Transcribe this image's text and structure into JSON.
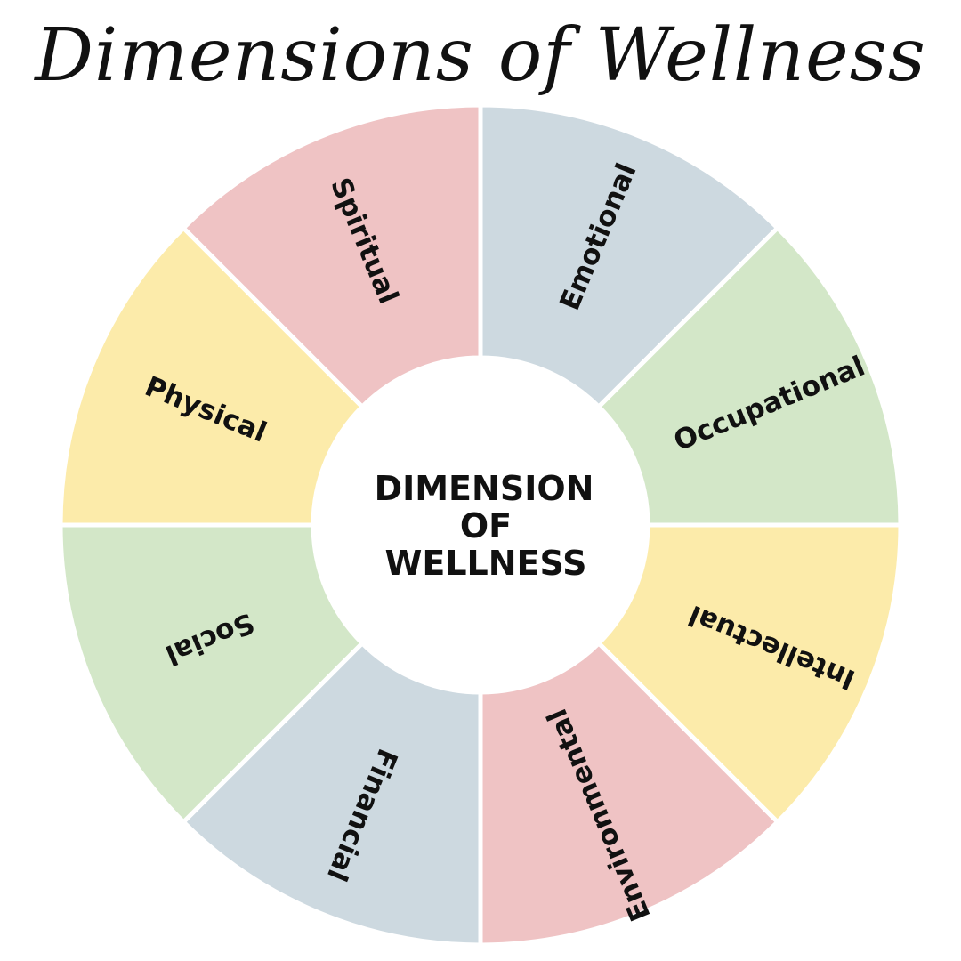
{
  "title": "Dimensions of Wellness",
  "center_text": [
    "DIMENSION",
    "OF",
    "WELLNESS"
  ],
  "segments": [
    {
      "label": "Emotional",
      "color": "#cdd9e0"
    },
    {
      "label": "Occupational",
      "color": "#d3e7c8"
    },
    {
      "label": "Intellectual",
      "color": "#fcebaa"
    },
    {
      "label": "Environmental",
      "color": "#efc3c4"
    },
    {
      "label": "Financial",
      "color": "#cdd9e0"
    },
    {
      "label": "Social",
      "color": "#d3e7c8"
    },
    {
      "label": "Physical",
      "color": "#fcebaa"
    },
    {
      "label": "Spiritual",
      "color": "#efc3c4"
    }
  ]
}
